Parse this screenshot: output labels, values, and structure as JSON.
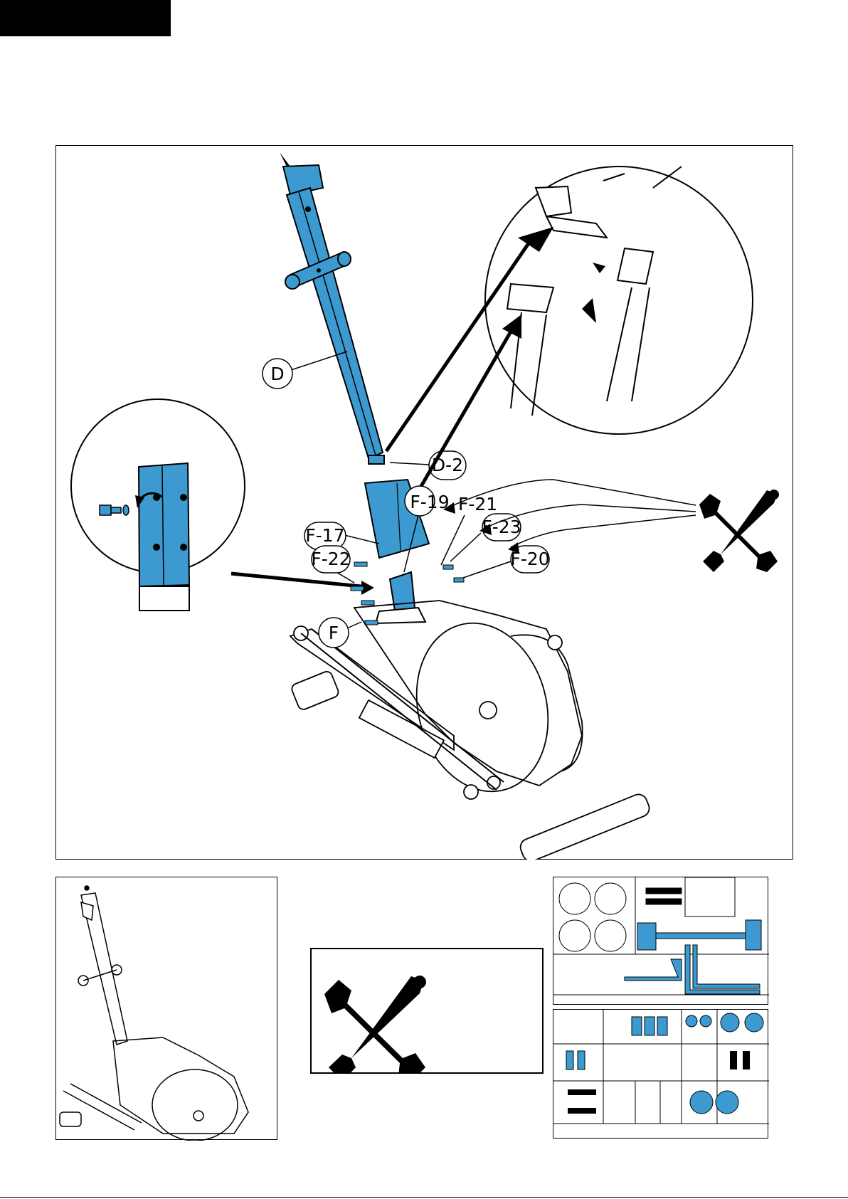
{
  "callouts": {
    "d": "D",
    "d2": "D-2",
    "f17": "F-17",
    "f19": "F-19",
    "f21": "F-21",
    "f23": "F-23",
    "f20": "F-20",
    "f22": "F-22",
    "f": "F"
  },
  "icons": {
    "tools": "wrench-screwdriver-icon",
    "connector": "cable-connector-icon",
    "bolt": "bolt-icon"
  },
  "colors": {
    "part_highlight": "#3d9ad1",
    "line": "#000000"
  }
}
